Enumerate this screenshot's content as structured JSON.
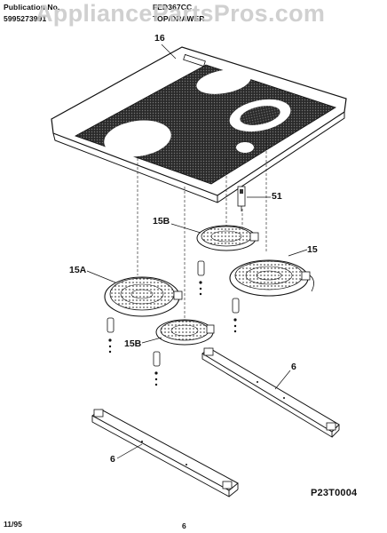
{
  "header": {
    "publication_label": "Publication No.",
    "publication_number": "5995273991",
    "model": "FED367CC",
    "section": "TOP/DRAWER"
  },
  "watermark": "AppliancePartsPros.com",
  "callouts": {
    "p16": "16",
    "p51": "51",
    "p15B_top": "15B",
    "p15": "15",
    "p15A": "15A",
    "p15B_bottom": "15B",
    "p6_right": "6",
    "p6_left": "6"
  },
  "footer": {
    "date": "11/95",
    "page": "6",
    "diagram_code": "P23T0004"
  }
}
